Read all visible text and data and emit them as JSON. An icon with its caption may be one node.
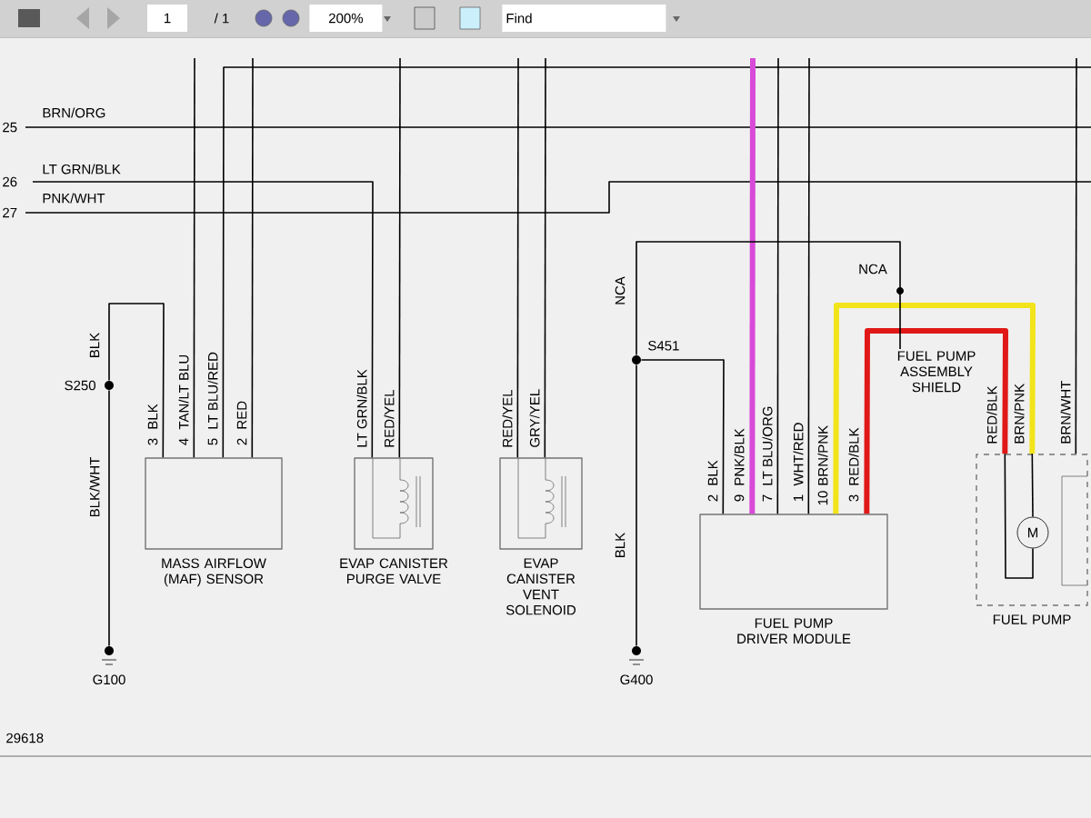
{
  "diagram": {
    "nodes": [
      {
        "text": [
          "MASS AIRFLOW (MAF) SENSOR"
        ]
      },
      {
        "text": [
          "EVAP CANISTER PURGE VALVE"
        ]
      },
      {
        "text": [
          "EVAP CANISTER VENT SOLENOID"
        ]
      },
      {
        "text": [
          "FUEL PUMP DRIVER MODULE"
        ]
      },
      {
        "text": [
          "FUEL PUMP"
        ]
      },
      {
        "text": [
          "FUEL PUMP ASSEMBLY SHIELD"
        ]
      },
      {
        "text": [],
        "shape": "circle",
        "beside": [
          "S250"
        ]
      },
      {
        "text": [],
        "shape": "circle",
        "beside": [
          "G100"
        ]
      },
      {
        "text": [],
        "shape": "circle",
        "beside": [
          "S451"
        ]
      },
      {
        "text": [],
        "shape": "circle",
        "beside": [
          "G400"
        ]
      },
      {
        "text": [
          "M"
        ],
        "in": 4
      }
    ],
    "edges": [
      {
        "from": 6,
        "to": 0,
        "arrow": "none",
        "label": "BLK"
      },
      {
        "from": 6,
        "to": 7,
        "arrow": "none",
        "label": "BLK/WHT"
      },
      {
        "from": null,
        "to": 0,
        "arrow": "none"
      },
      {
        "from": null,
        "to": 0,
        "arrow": "none"
      },
      {
        "from": null,
        "to": 0,
        "arrow": "none"
      },
      {
        "from": null,
        "to": 1,
        "arrow": "none",
        "label": "LT GRN/BLK"
      },
      {
        "from": null,
        "to": 1,
        "arrow": "none"
      },
      {
        "from": null,
        "to": 2,
        "arrow": "none"
      },
      {
        "from": null,
        "to": 2,
        "arrow": "none"
      },
      {
        "from": 8,
        "to": 3,
        "arrow": "none"
      },
      {
        "from": null,
        "to": 3,
        "arrow": "none",
        "style": "thick",
        "color": "#d84ad8"
      },
      {
        "from": null,
        "to": 3,
        "arrow": "none"
      },
      {
        "from": null,
        "to": 3,
        "arrow": "none"
      },
      {
        "from": 3,
        "to": 4,
        "arrow": "none",
        "style": "thick",
        "color": "#f2e41a"
      },
      {
        "from": 3,
        "to": 4,
        "arrow": "none",
        "style": "thick",
        "color": "#e01818"
      },
      {
        "from": 8,
        "to": 5,
        "arrow": "none",
        "label": "NCA"
      },
      {
        "from": 8,
        "to": 9,
        "arrow": "none",
        "label": "BLK"
      },
      {
        "from": null,
        "to": 4,
        "arrow": "none"
      },
      {
        "from": 4,
        "to": 10,
        "arrow": "none"
      },
      {
        "from": 10,
        "to": 4,
        "arrow": "none"
      }
    ],
    "labels": [
      "1",
      "/ 1",
      "200%",
      "Find",
      "25",
      "BRN/ORG",
      "26",
      "27",
      "PNK/WHT",
      "3",
      "BLK",
      "4",
      "TAN/LT BLU",
      "5",
      "LT BLU/RED",
      "2",
      "RED",
      "LT GRN/BLK",
      "RED/YEL",
      "RED/YEL",
      "GRY/YEL",
      "NCA",
      "2",
      "BLK",
      "9",
      "PNK/BLK",
      "7",
      "LT BLU/ORG",
      "1",
      "WHT/RED",
      "10",
      "BRN/PNK",
      "3",
      "RED/BLK",
      "RED/BLK",
      "BRN/PNK",
      "BRN/WHT",
      "29618"
    ]
  }
}
